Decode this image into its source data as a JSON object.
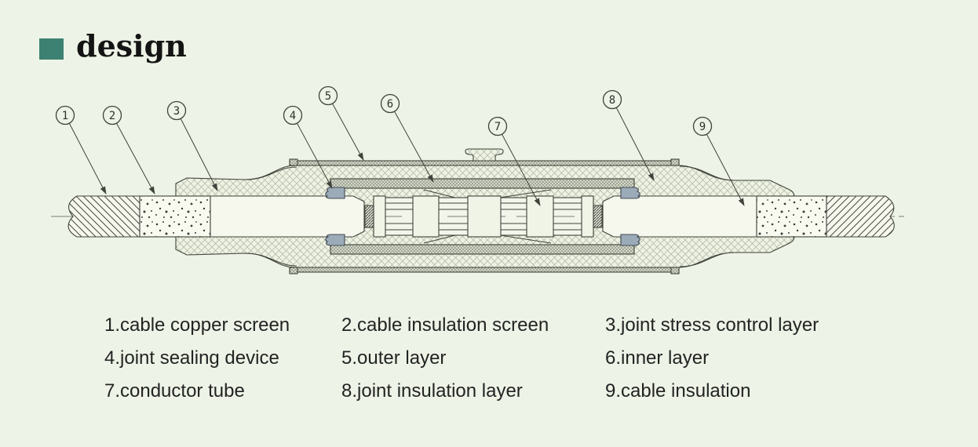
{
  "header": {
    "title": "design"
  },
  "colors": {
    "background": "#edf3e6",
    "accent_square": "#3d8172",
    "line": "#3f433b",
    "seal_fill": "#9cabb8",
    "hatch_body": "#b0b5a4",
    "hatch_dense": "#808874"
  },
  "parts": [
    {
      "num": "1",
      "name": "cable copper screen",
      "legend": "1.cable copper screen"
    },
    {
      "num": "2",
      "name": "cable insulation screen",
      "legend": "2.cable insulation screen"
    },
    {
      "num": "3",
      "name": "joint stress control layer",
      "legend": "3.joint stress control layer"
    },
    {
      "num": "4",
      "name": "joint sealing device",
      "legend": "4.joint sealing device"
    },
    {
      "num": "5",
      "name": "outer layer",
      "legend": "5.outer layer"
    },
    {
      "num": "6",
      "name": "inner layer",
      "legend": "6.inner layer"
    },
    {
      "num": "7",
      "name": "conductor tube",
      "legend": "7.conductor tube"
    },
    {
      "num": "8",
      "name": "joint insulation layer",
      "legend": "8.joint insulation layer"
    },
    {
      "num": "9",
      "name": "cable insulation",
      "legend": "9.cable insulation"
    }
  ]
}
